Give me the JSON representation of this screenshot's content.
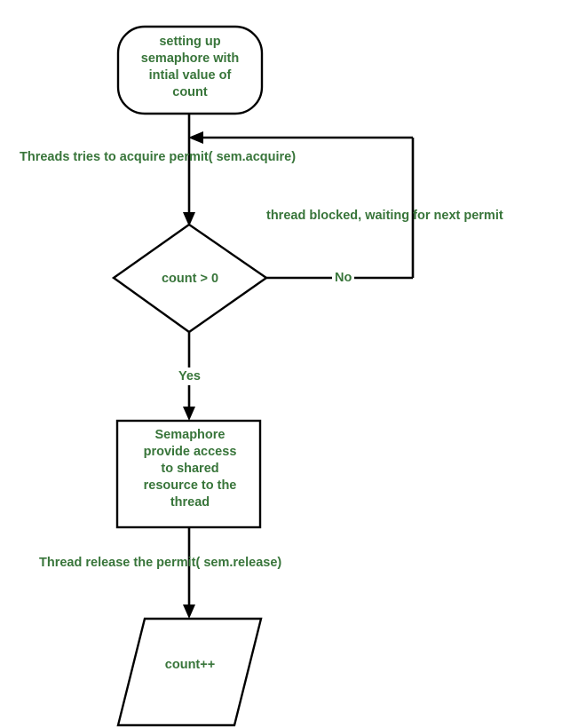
{
  "diagram": {
    "title": "Semaphore acquire/release flowchart",
    "colors": {
      "text": "#38753a",
      "stroke": "#000000",
      "background": "#ffffff"
    },
    "nodes": {
      "start": {
        "shape": "terminator",
        "text": "setting up\nsemaphore with\nintial value of\ncount"
      },
      "decision": {
        "shape": "diamond",
        "text": "count > 0"
      },
      "process": {
        "shape": "rectangle",
        "text": "Semaphore\nprovide access\nto shared\nresource to the\nthread"
      },
      "io": {
        "shape": "parallelogram",
        "text": "count++"
      }
    },
    "edge_labels": {
      "acquire": "Threads tries to acquire permit( sem.acquire)",
      "blocked": "thread blocked, waiting for next permit",
      "no": "No",
      "yes": "Yes",
      "release": "Thread release the permit( sem.release)"
    }
  }
}
